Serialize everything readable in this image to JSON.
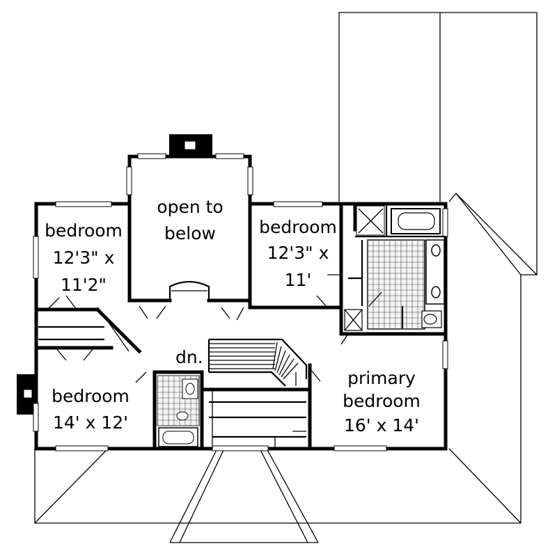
{
  "rooms": {
    "open_to_below": [
      "open to",
      "below"
    ],
    "bedroom_nw": [
      "bedroom",
      "12'3\" x",
      "11'2\""
    ],
    "bedroom_ne": [
      "bedroom",
      "12'3\" x",
      "11'"
    ],
    "bedroom_sw": [
      "bedroom",
      "14' x 12'"
    ],
    "primary_bedroom": [
      "primary",
      "bedroom",
      "16' x 14'"
    ]
  },
  "stair_label": "dn."
}
